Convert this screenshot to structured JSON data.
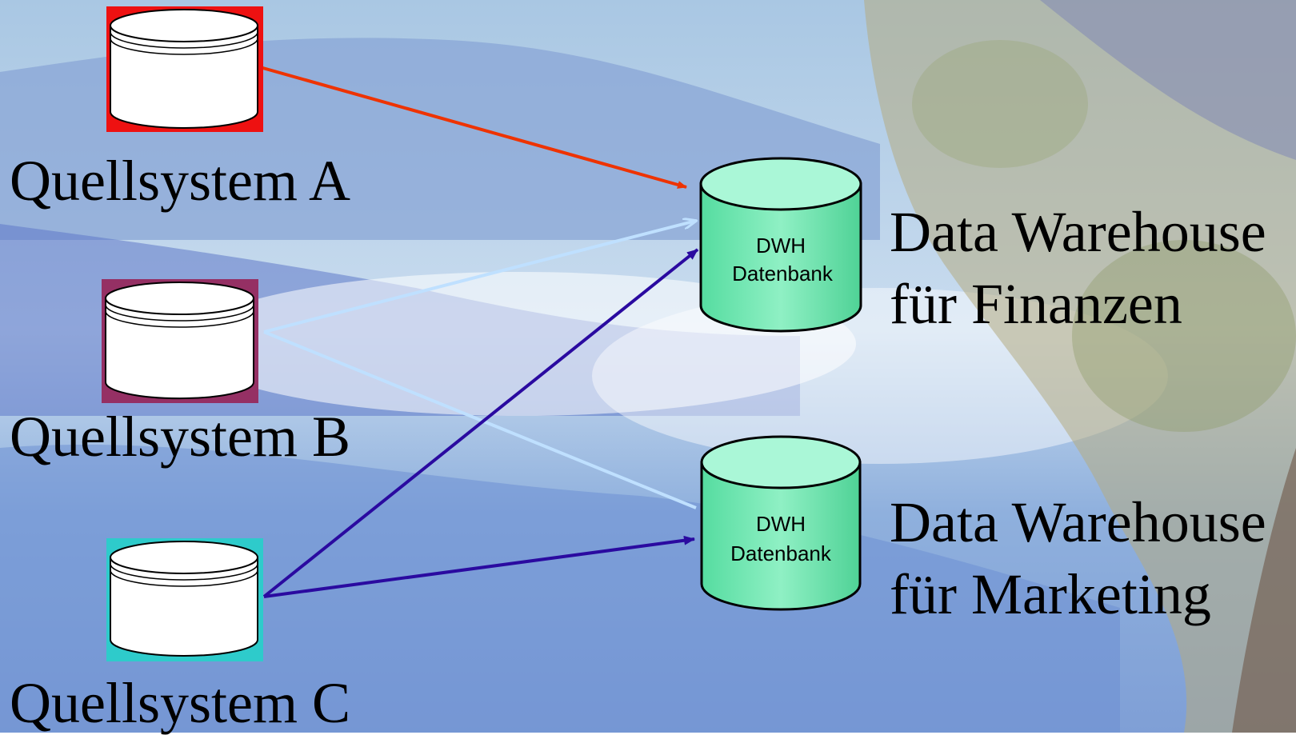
{
  "sources": [
    {
      "label": "Quellsystem A",
      "color": "#ee1111"
    },
    {
      "label": "Quellsystem B",
      "color": "#953064"
    },
    {
      "label": "Quellsystem C",
      "color": "#2ecbcb"
    }
  ],
  "warehouses": [
    {
      "db_line1": "DWH",
      "db_line2": "Datenbank",
      "title_line1": "Data Warehouse",
      "title_line2": "für Finanzen"
    },
    {
      "db_line1": "DWH",
      "db_line2": "Datenbank",
      "title_line1": "Data Warehouse",
      "title_line2": "für Marketing"
    }
  ],
  "colors": {
    "arrow_a": "#ee3300",
    "arrow_b": "#bfe0ff",
    "arrow_c": "#2a0aa0",
    "dwh_fill": "#66e6b0",
    "dwh_top": "#aaf7d7"
  }
}
